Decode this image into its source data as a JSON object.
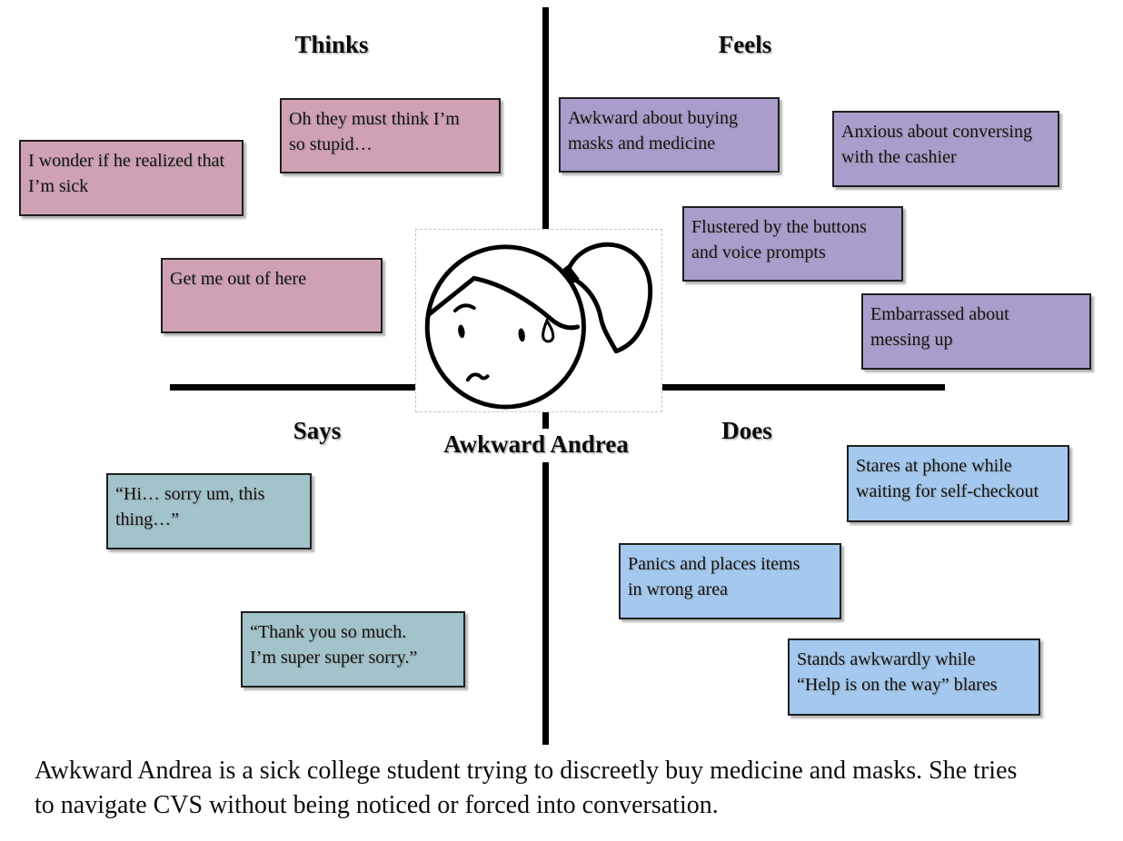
{
  "persona": {
    "name": "Awkward Andrea",
    "face_image": "hand-drawn sad girl face with side ponytail, worried eyebrow and a tear",
    "description_lines": [
      "Awkward Andrea is a sick college student trying to discreetly buy medicine and masks. She tries",
      "to navigate CVS without being noticed or forced into conversation."
    ]
  },
  "quadrants": {
    "thinks": {
      "label": "Thinks",
      "color": "#d0a1b5",
      "notes": [
        "I wonder if he realized that\nI’m sick",
        "Oh they must think I’m\nso stupid…",
        "Get me out of here"
      ]
    },
    "feels": {
      "label": "Feels",
      "color": "#aa9dcb",
      "notes": [
        "Awkward about buying\nmasks and medicine",
        "Anxious about conversing\nwith the cashier",
        "Flustered by the buttons\nand voice prompts",
        "Embarrassed about\nmessing up"
      ]
    },
    "says": {
      "label": "Says",
      "color": "#a2c3c9",
      "notes": [
        "“Hi… sorry um, this\nthing…”",
        "“Thank you so much.\nI’m super super sorry.”"
      ]
    },
    "does": {
      "label": "Does",
      "color": "#a4c8ee",
      "notes": [
        "Stares at phone while\nwaiting for self-checkout",
        "Panics and places items\nin wrong area",
        "Stands awkwardly while\n“Help is on the way” blares"
      ]
    }
  }
}
